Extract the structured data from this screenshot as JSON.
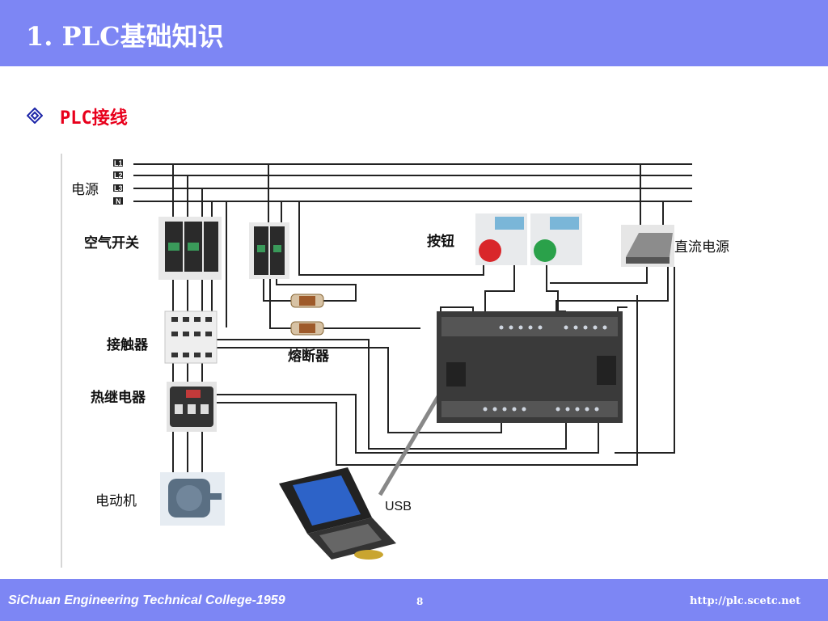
{
  "header": {
    "title": "1. PLC基础知识"
  },
  "section": {
    "heading": "PLC接线"
  },
  "diagram": {
    "labels": {
      "power_source": "电源",
      "air_switch": "空气开关",
      "contactor": "接触器",
      "thermal_relay": "热继电器",
      "motor": "电动机",
      "button": "按钮",
      "dc_power": "直流电源",
      "fuse": "熔断器",
      "usb": "USB"
    },
    "phase_lines": [
      "L1",
      "L2",
      "L3",
      "N"
    ]
  },
  "footer": {
    "college": "SiChuan Engineering Technical College-1959",
    "page": "8",
    "url": "http://plc.scetc.net"
  }
}
